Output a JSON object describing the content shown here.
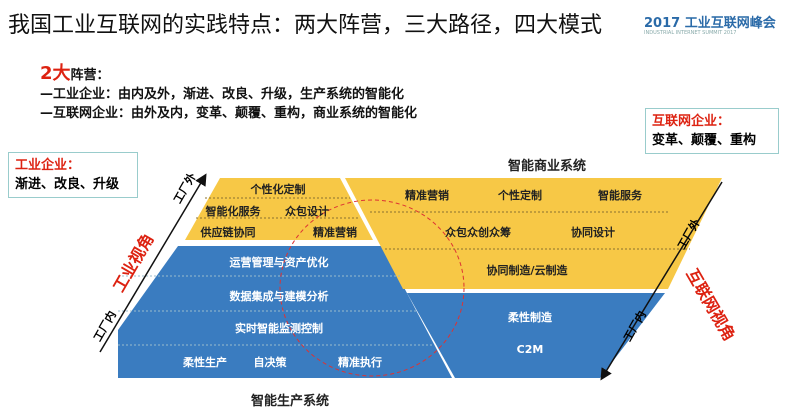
{
  "title": "我国工业互联网的实践特点：两大阵营，三大路径，四大模式",
  "summit": {
    "name": "2017 工业互联网峰会",
    "sub": "INDUSTRIAL INTERNET SUMMIT 2017"
  },
  "camps": {
    "num": "2大",
    "label": "阵营：",
    "line1": "—工业企业：由内及外，渐进、改良、升级，生产系统的智能化",
    "line2": "—互联网企业：由外及内，变革、颠覆、重构，商业系统的智能化"
  },
  "left_box": {
    "title": "工业企业：",
    "text": "渐进、改良、升级"
  },
  "right_box": {
    "title": "互联网企业：",
    "text": "变革、颠覆、重构"
  },
  "left_axis": {
    "title": "工业视角",
    "out": "工厂外",
    "in": "工厂内"
  },
  "right_axis": {
    "title": "互联网视角",
    "out": "工厂外",
    "in": "工厂内"
  },
  "business_system": "智能商业系统",
  "production_system": "智能生产系统",
  "left_yellow": [
    "个性化定制",
    "智能化服务",
    "众包设计",
    "供应链协同",
    "精准营销"
  ],
  "left_blue": [
    "运营管理与资产优化",
    "数据集成与建模分析",
    "实时智能监测控制",
    "柔性生产",
    "自决策",
    "精准执行"
  ],
  "right_yellow": [
    "精准营销",
    "个性定制",
    "智能服务",
    "众包众创众筹",
    "协同设计",
    "协同制造/云制造"
  ],
  "right_blue": [
    "柔性制造",
    "C2M"
  ],
  "colors": {
    "yellow": "#f7c846",
    "blue": "#3a7cc0",
    "red": "#d21"
  }
}
